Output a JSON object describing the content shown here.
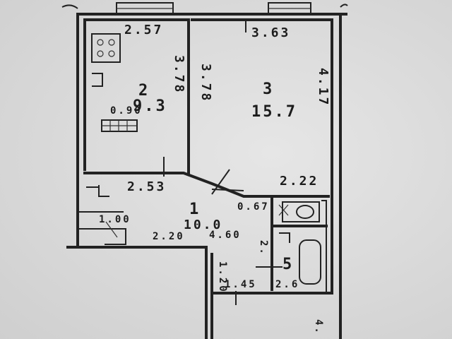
{
  "rooms": [
    {
      "number": "2",
      "area": "9.3"
    },
    {
      "number": "3",
      "area": "15.7"
    },
    {
      "number": "1",
      "area": "10.0"
    },
    {
      "number": "5",
      "area": ""
    }
  ],
  "dimensions": {
    "kitchen_top": "2.57",
    "room_top": "3.63",
    "kitchen_right": "3.78",
    "room_left": "3.78",
    "room_right": "4.17",
    "kitchen_bottom": "2.53",
    "room_bottom": "2.22",
    "hall_left": "1.00",
    "hall_bottom": "2.20",
    "hall_mid": "4.60",
    "corridor_top": "0.67",
    "corridor_left": "1.20",
    "corridor_bottom": "1.45",
    "bath_bottom": "2.6",
    "bath_side": "2.",
    "window_small": "0.90",
    "lower_right": "4."
  }
}
